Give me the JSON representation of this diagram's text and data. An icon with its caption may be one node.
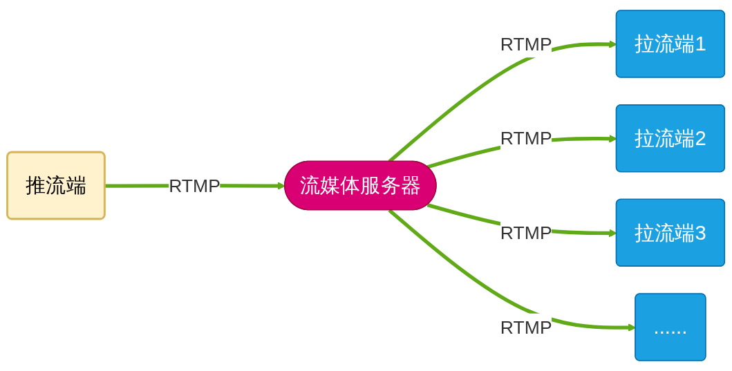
{
  "diagram": {
    "nodes": [
      {
        "text": [
          "推流端"
        ]
      },
      {
        "text": [
          "流媒体服务器"
        ]
      },
      {
        "text": [
          "拉流端1"
        ]
      },
      {
        "text": [
          "拉流端2"
        ]
      },
      {
        "text": [
          "拉流端3"
        ]
      },
      {
        "text": [
          "......"
        ]
      }
    ],
    "edges": [
      {
        "from": 0,
        "to": 1,
        "arrow": "to",
        "label": "RTMP"
      },
      {
        "from": 1,
        "to": 2,
        "arrow": "to",
        "label": "RTMP"
      },
      {
        "from": 1,
        "to": 3,
        "arrow": "to",
        "label": "RTMP"
      },
      {
        "from": 1,
        "to": 4,
        "arrow": "to",
        "label": "RTMP"
      },
      {
        "from": 1,
        "to": 5,
        "arrow": "to",
        "label": "RTMP"
      }
    ]
  }
}
